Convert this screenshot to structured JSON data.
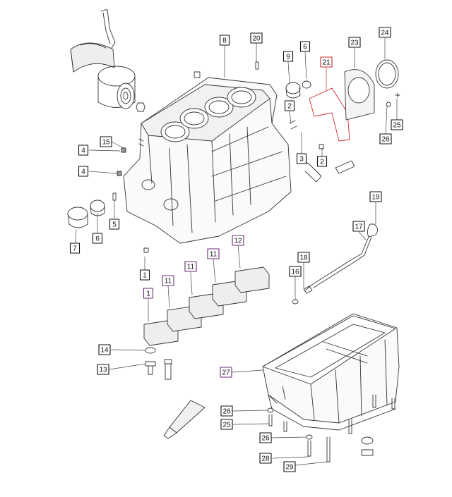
{
  "diagram": {
    "callouts": [
      {
        "text": "8",
        "color": "#111111"
      },
      {
        "text": "20",
        "color": "#111111"
      },
      {
        "text": "9",
        "color": "#111111"
      },
      {
        "text": "6",
        "color": "#111111"
      },
      {
        "text": "21",
        "color": "#cc2b2b"
      },
      {
        "text": "23",
        "color": "#111111"
      },
      {
        "text": "24",
        "color": "#111111"
      },
      {
        "text": "2",
        "color": "#111111"
      },
      {
        "text": "3",
        "color": "#111111"
      },
      {
        "text": "2",
        "color": "#111111"
      },
      {
        "text": "25",
        "color": "#111111"
      },
      {
        "text": "26",
        "color": "#111111"
      },
      {
        "text": "15",
        "color": "#111111"
      },
      {
        "text": "4",
        "color": "#111111"
      },
      {
        "text": "4",
        "color": "#111111"
      },
      {
        "text": "5",
        "color": "#111111"
      },
      {
        "text": "6",
        "color": "#111111"
      },
      {
        "text": "7",
        "color": "#111111"
      },
      {
        "text": "19",
        "color": "#111111"
      },
      {
        "text": "17",
        "color": "#111111"
      },
      {
        "text": "12",
        "color": "#6d2a7a"
      },
      {
        "text": "11",
        "color": "#6d2a7a"
      },
      {
        "text": "11",
        "color": "#6d2a7a"
      },
      {
        "text": "11",
        "color": "#6d2a7a"
      },
      {
        "text": "1",
        "color": "#111111"
      },
      {
        "text": "1",
        "color": "#6d2a7a"
      },
      {
        "text": "18",
        "color": "#111111"
      },
      {
        "text": "16",
        "color": "#111111"
      },
      {
        "text": "14",
        "color": "#111111"
      },
      {
        "text": "13",
        "color": "#111111"
      },
      {
        "text": "27",
        "color": "#6d2a7a"
      },
      {
        "text": "26",
        "color": "#111111"
      },
      {
        "text": "25",
        "color": "#111111"
      },
      {
        "text": "26",
        "color": "#111111"
      },
      {
        "text": "28",
        "color": "#111111"
      },
      {
        "text": "29",
        "color": "#111111"
      }
    ]
  }
}
